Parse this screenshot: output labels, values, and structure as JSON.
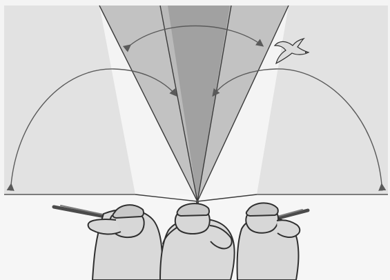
{
  "diagram": {
    "description_text": "",
    "colors": {
      "page_background": "#f4f4f4",
      "left_field": "#e2e2e2",
      "right_field": "#e2e2e2",
      "lower_open_area": "#f6f6f6",
      "sector_outer": "#b9b9b9",
      "sector_center": "#9f9f9f",
      "sector_lines": "#3a3a3a",
      "arrow_lines": "#5a5a5a",
      "shooter_shirt": "#d9d9d9",
      "shooter_outline": "#2f2f2f",
      "cap": "#c8c8c8",
      "gun": "#4b4b4b",
      "bird": "#dcdcdc"
    },
    "shooters": [
      {
        "name": "left-shooter",
        "facing": "left",
        "cap": true
      },
      {
        "name": "center-shooter",
        "facing": "forward",
        "cap": true
      },
      {
        "name": "right-shooter",
        "facing": "right",
        "cap": true
      }
    ],
    "fields_of_fire": [
      {
        "name": "left-shooter-field",
        "shading": "light"
      },
      {
        "name": "center-shooter-field",
        "shading": "dark"
      },
      {
        "name": "right-shooter-field",
        "shading": "light"
      }
    ],
    "swing_arrows": [
      {
        "name": "center-swing-arc",
        "direction": "both"
      },
      {
        "name": "left-swing-arc",
        "direction": "inward"
      },
      {
        "name": "right-swing-arc",
        "direction": "inward"
      }
    ],
    "bird_icon": "flying-duck-icon"
  }
}
